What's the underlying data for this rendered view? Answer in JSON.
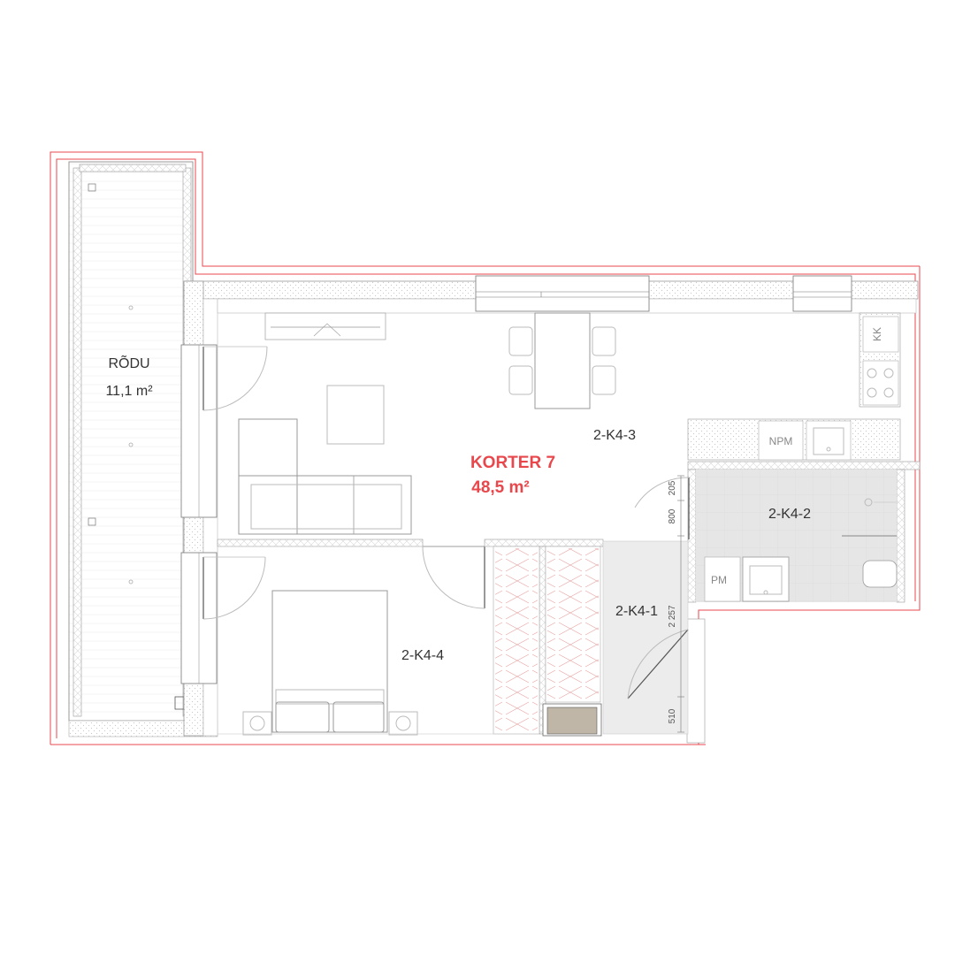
{
  "apartment": {
    "title": "KORTER 7",
    "area": "48,5 m²",
    "accent_color": "#e8474c"
  },
  "balcony": {
    "name": "RÕDU",
    "area": "11,1 m²"
  },
  "rooms": {
    "living": "2-K4-3",
    "bath": "2-K4-2",
    "hall": "2-K4-1",
    "bedroom": "2-K4-4"
  },
  "appliances": {
    "fridge": "KK",
    "dishwasher": "NPM",
    "washer": "PM"
  },
  "dimensions": {
    "d205": "205",
    "d800": "800",
    "d2257": "2 257",
    "d510": "510"
  },
  "colors": {
    "outline": "#e8474c",
    "wet_floor": "#e6e6e6",
    "hall_floor": "#ececec",
    "wall": "#ffffff",
    "hatch": "#d6d6d6",
    "furnace": "#bfb6a8"
  }
}
